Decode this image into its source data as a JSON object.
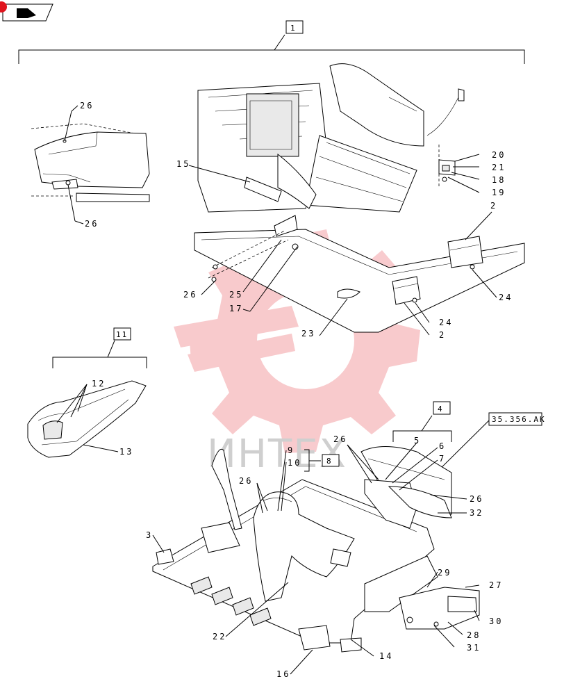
{
  "nav_icon": {
    "name": "back-arrow-icon"
  },
  "watermark": {
    "text": "ИНТЕХ",
    "color": "#e0141e"
  },
  "callouts": {
    "box_1": "1",
    "box_11": "11",
    "box_4": "4",
    "box_8": "8",
    "box_ref": "35.356.AK",
    "l26a": "26",
    "l26b": "26",
    "l15": "15",
    "l20": "20",
    "l21": "21",
    "l18": "18",
    "l19": "19",
    "l2a": "2",
    "l24a": "24",
    "l26c": "26",
    "l25": "25",
    "l17": "17",
    "l23": "23",
    "l24b": "24",
    "l2b": "2",
    "l12": "12",
    "l13": "13",
    "l26d": "26",
    "l5": "5",
    "l6": "6",
    "l7": "7",
    "l26e": "26",
    "l32": "32",
    "l9": "9",
    "l10": "10",
    "l26f": "26",
    "l3": "3",
    "l29": "29",
    "l27": "27",
    "l30": "30",
    "l28": "28",
    "l31": "31",
    "l22": "22",
    "l14": "14",
    "l16": "16"
  }
}
